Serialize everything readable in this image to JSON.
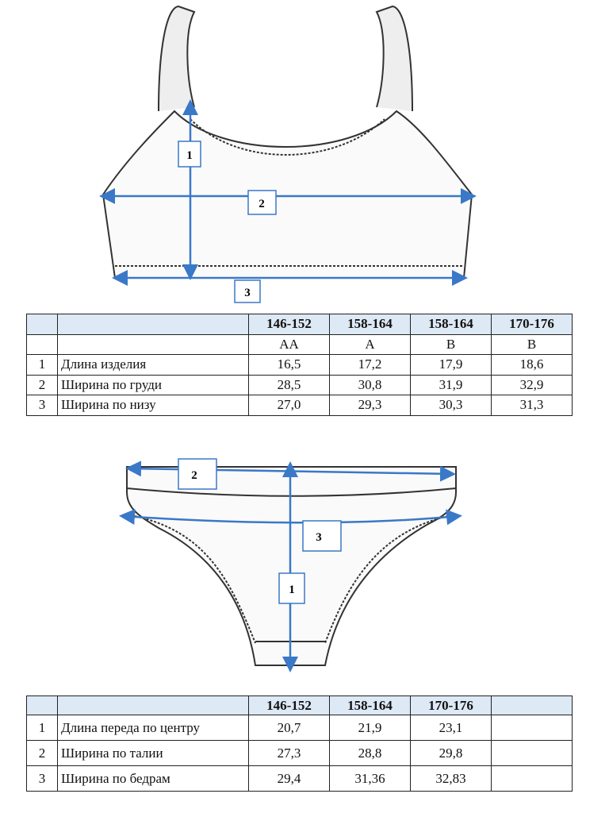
{
  "top_diagram": {
    "labels": [
      "1",
      "2",
      "3"
    ]
  },
  "top_table": {
    "headers": [
      "",
      "",
      "146-152",
      "158-164",
      "158-164",
      "170-176"
    ],
    "cups": [
      "",
      "",
      "AA",
      "A",
      "B",
      "B"
    ],
    "rows": [
      {
        "num": "1",
        "label": "Длина изделия",
        "values": [
          "16,5",
          "17,2",
          "17,9",
          "18,6"
        ]
      },
      {
        "num": "2",
        "label": "Ширина по груди",
        "values": [
          "28,5",
          "30,8",
          "31,9",
          "32,9"
        ]
      },
      {
        "num": "3",
        "label": "Ширина по низу",
        "values": [
          "27,0",
          "29,3",
          "30,3",
          "31,3"
        ]
      }
    ]
  },
  "bottom_diagram": {
    "labels": [
      "1",
      "2",
      "3"
    ]
  },
  "bottom_table": {
    "headers": [
      "",
      "",
      "146-152",
      "158-164",
      "170-176",
      ""
    ],
    "rows": [
      {
        "num": "1",
        "label": "Длина переда по центру",
        "values": [
          "20,7",
          "21,9",
          "23,1",
          ""
        ]
      },
      {
        "num": "2",
        "label": "Ширина по талии",
        "values": [
          "27,3",
          "28,8",
          "29,8",
          ""
        ]
      },
      {
        "num": "3",
        "label": "Ширина по бедрам",
        "values": [
          "29,4",
          "31,36",
          "32,83",
          ""
        ]
      }
    ]
  },
  "colors": {
    "arrow": "#3a78c8",
    "header_bg": "#dde9f5"
  }
}
